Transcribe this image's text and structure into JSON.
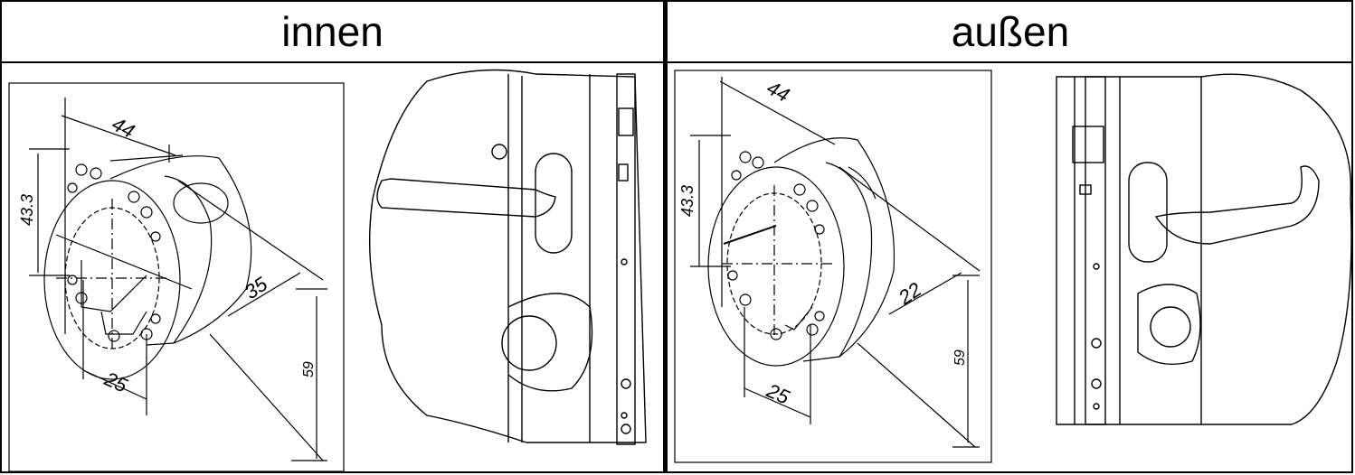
{
  "headers": {
    "inside": "innen",
    "outside": "außen"
  },
  "dimensions": {
    "inside": {
      "width_top": "44",
      "height_left": "43.3",
      "depth": "35",
      "bottom_width": "25",
      "height_right": "59"
    },
    "outside": {
      "width_top": "44",
      "height_left": "43.3",
      "depth": "22",
      "bottom_width": "25",
      "height_right": "59"
    }
  },
  "colors": {
    "line": "#000000",
    "background": "#ffffff"
  }
}
